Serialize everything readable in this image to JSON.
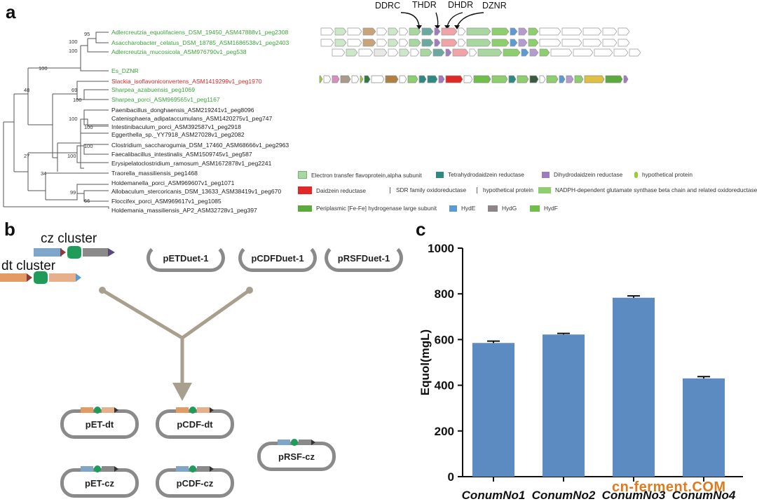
{
  "panel_a": {
    "letter": "a",
    "taxa": [
      {
        "label": "Adlercreutzia_equolifaciens_DSM_19450_ASM47888v1_peg2308",
        "color": "green"
      },
      {
        "label": "Asaccharobacter_celatus_DSM_18785_ASM1686538v1_peg2403",
        "color": "green"
      },
      {
        "label": "Adlercreutzia_mucosicola_ASM976790v1_peg538",
        "color": "green"
      },
      {
        "label": "Es_DZNR",
        "color": "green"
      },
      {
        "label": "Slackia_isoflavoniconvertens_ASM1419299v1_peg1970",
        "color": "red"
      },
      {
        "label": "Sharpea_azabuensis_peg1069",
        "color": "green"
      },
      {
        "label": "Sharpea_porci_ASM969565v1_peg1167",
        "color": "green"
      },
      {
        "label": "Paenibacillus_donghaensis_ASM219241v1_peg8096",
        "color": "black"
      },
      {
        "label": "Catenisphaera_adipataccumulans_ASM1420275v1_peg747",
        "color": "black"
      },
      {
        "label": "Intestinibaculum_porci_ASM392587v1_peg2918",
        "color": "black"
      },
      {
        "label": "Eggerthella_sp._YY7918_ASM27028v1_peg2082",
        "color": "black"
      },
      {
        "label": "Clostridium_saccharogumia_DSM_17460_ASM68666v1_peg2963",
        "color": "black"
      },
      {
        "label": "Faecalibacillus_intestinalis_ASM1509745v1_peg587",
        "color": "black"
      },
      {
        "label": "Erysipelatoclostridium_ramosum_ASM1672878v1_peg2241",
        "color": "black"
      },
      {
        "label": "Traorella_massiliensis_peg1468",
        "color": "black"
      },
      {
        "label": "Holdemanella_porci_ASM969607v1_peg1071",
        "color": "black"
      },
      {
        "label": "Allobaculum_stercoricanis_DSM_13633_ASM38419v1_peg670",
        "color": "black"
      },
      {
        "label": "Floccifex_porci_ASM969617v1_peg1085",
        "color": "black"
      },
      {
        "label": "Holdemania_massiliensis_AP2_ASM32728v1_peg397",
        "color": "black"
      }
    ],
    "bootstrap": [
      "95",
      "100",
      "100",
      "100",
      "69",
      "48",
      "100",
      "100",
      "100",
      "100",
      "27",
      "34",
      "100",
      "99",
      "66"
    ],
    "gene_labels": [
      "DDRC",
      "THDR",
      "DHDR",
      "DZNR"
    ],
    "legend": [
      {
        "label": "Electron transfer flavoprotein,alpha subunit",
        "color": "#a8d8a0"
      },
      {
        "label": "Tetrahydrodaidzein reductase",
        "color": "#2e8a80"
      },
      {
        "label": "Dihydrodaidzein reductase",
        "color": "#9f7cc0"
      },
      {
        "label": "hypothetical protein",
        "color": "#9acd32"
      },
      {
        "label": "Daidzein reductase",
        "color": "#e02828"
      },
      {
        "label": "SDR family oxidoreductase",
        "color": "#ffffff"
      },
      {
        "label": "hypothetical protein",
        "color": "#ffffff"
      },
      {
        "label": "NADPH-dependent glutamate synthase beta chain and related oxidoreductases",
        "color": "#8ccf6c"
      },
      {
        "label": "Periplasmic [Fe-Fe] hydrogenase large subunit",
        "color": "#5aaa3c"
      },
      {
        "label": "HydE",
        "color": "#5b9bd5"
      },
      {
        "label": "HydG",
        "color": "#8c8488"
      },
      {
        "label": "HydF",
        "color": "#6fbf4a"
      }
    ]
  },
  "panel_b": {
    "letter": "b",
    "cz_title": "cz cluster",
    "dt_title": "dt cluster",
    "vectors": [
      "pETDuet-1",
      "pCDFDuet-1",
      "pRSFDuet-1"
    ],
    "constructs": [
      "pET-dt",
      "pCDF-dt",
      "pRSF-cz",
      "pET-cz",
      "pCDF-cz"
    ]
  },
  "panel_c": {
    "letter": "c"
  },
  "chart_data": {
    "type": "bar",
    "categories": [
      "ConumNo1",
      "ConumNo2",
      "ConumNo3",
      "ConumNo4"
    ],
    "values": [
      585,
      622,
      783,
      430
    ],
    "errors": [
      8,
      5,
      8,
      8
    ],
    "title": "",
    "xlabel": "",
    "ylabel": "Equol(mgL)",
    "ylim": [
      0,
      1000
    ],
    "yticks": [
      0,
      200,
      400,
      600,
      800,
      1000
    ],
    "bar_color": "#5b8bc0"
  },
  "watermark": "cn-ferment.COM"
}
